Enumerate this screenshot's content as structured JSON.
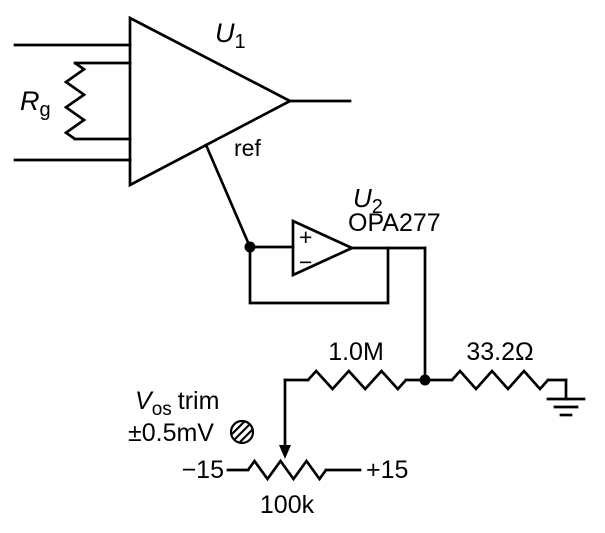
{
  "circuit": {
    "u1": {
      "label": "U",
      "sub": "1",
      "ref_label": "ref"
    },
    "rg": {
      "label": "R",
      "sub": "g"
    },
    "u2": {
      "label": "U",
      "sub": "2",
      "part": "OPA277",
      "plus": "+",
      "minus": "−"
    },
    "resistors": {
      "feedback": "1.0M",
      "ground": "33.2Ω",
      "pot_value": "100k"
    },
    "supplies": {
      "neg": "−15",
      "pos": "+15"
    },
    "trim": {
      "v": "V",
      "sub": "os",
      "rest": "trim",
      "range": "±0.5mV"
    },
    "colors": {
      "line": "#000000",
      "background": "#ffffff"
    }
  }
}
